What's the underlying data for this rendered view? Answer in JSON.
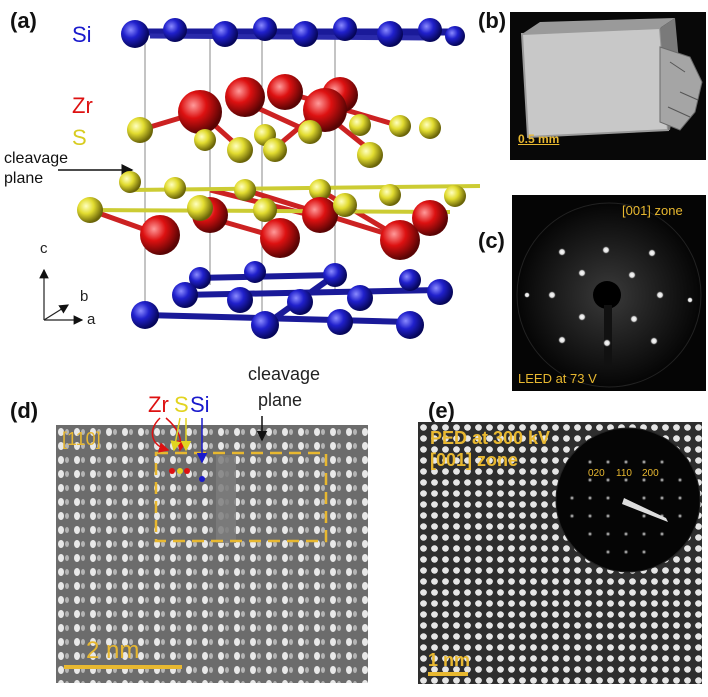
{
  "panels": {
    "a": {
      "label": "(a)",
      "elements": {
        "si": "Si",
        "zr": "Zr",
        "s": "S"
      },
      "colors": {
        "si": "#1a1acc",
        "zr": "#dd1111",
        "s": "#e8e23a"
      },
      "cleavage_label_1": "cleavage",
      "cleavage_label_2": "plane",
      "axes": {
        "c": "c",
        "b": "b",
        "a": "a"
      }
    },
    "b": {
      "label": "(b)",
      "scale_bar": "0.5 mm"
    },
    "c": {
      "label": "(c)",
      "zone": "[001] zone",
      "caption": "LEED at 73 V"
    },
    "d": {
      "label": "(d)",
      "direction": "[110]",
      "scale_bar": "2 nm",
      "cleavage_label_1": "cleavage",
      "cleavage_label_2": "plane",
      "atoms": {
        "zr": "Zr",
        "s": "S",
        "si": "Si"
      }
    },
    "e": {
      "label": "(e)",
      "line1": "PED at 300 kV",
      "line2": "[001] zone",
      "scale_bar": "1 nm",
      "indices": {
        "i020": "020",
        "i110": "110",
        "i200": "200"
      }
    }
  },
  "accent_gold": "#e8b830"
}
